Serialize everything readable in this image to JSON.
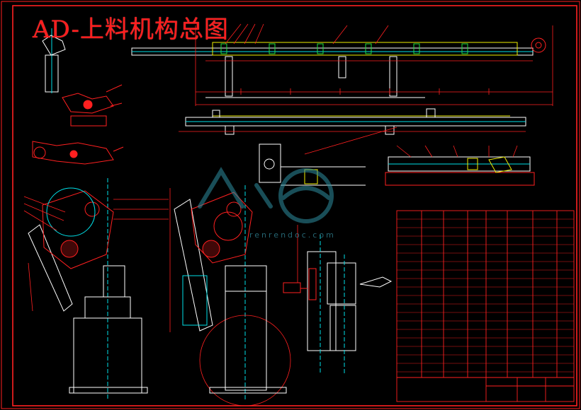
{
  "drawing": {
    "title": "AD-上料机构总图"
  },
  "watermark": {
    "brand": "人人文库",
    "url": "renrendoc.com"
  },
  "colors": {
    "background": "#000000",
    "frame": "#ff2020",
    "geometry_white": "#ffffff",
    "geometry_cyan": "#00e0e8",
    "geometry_yellow": "#f0f000",
    "geometry_green": "#20e040",
    "watermark": "#2f8fa0"
  }
}
